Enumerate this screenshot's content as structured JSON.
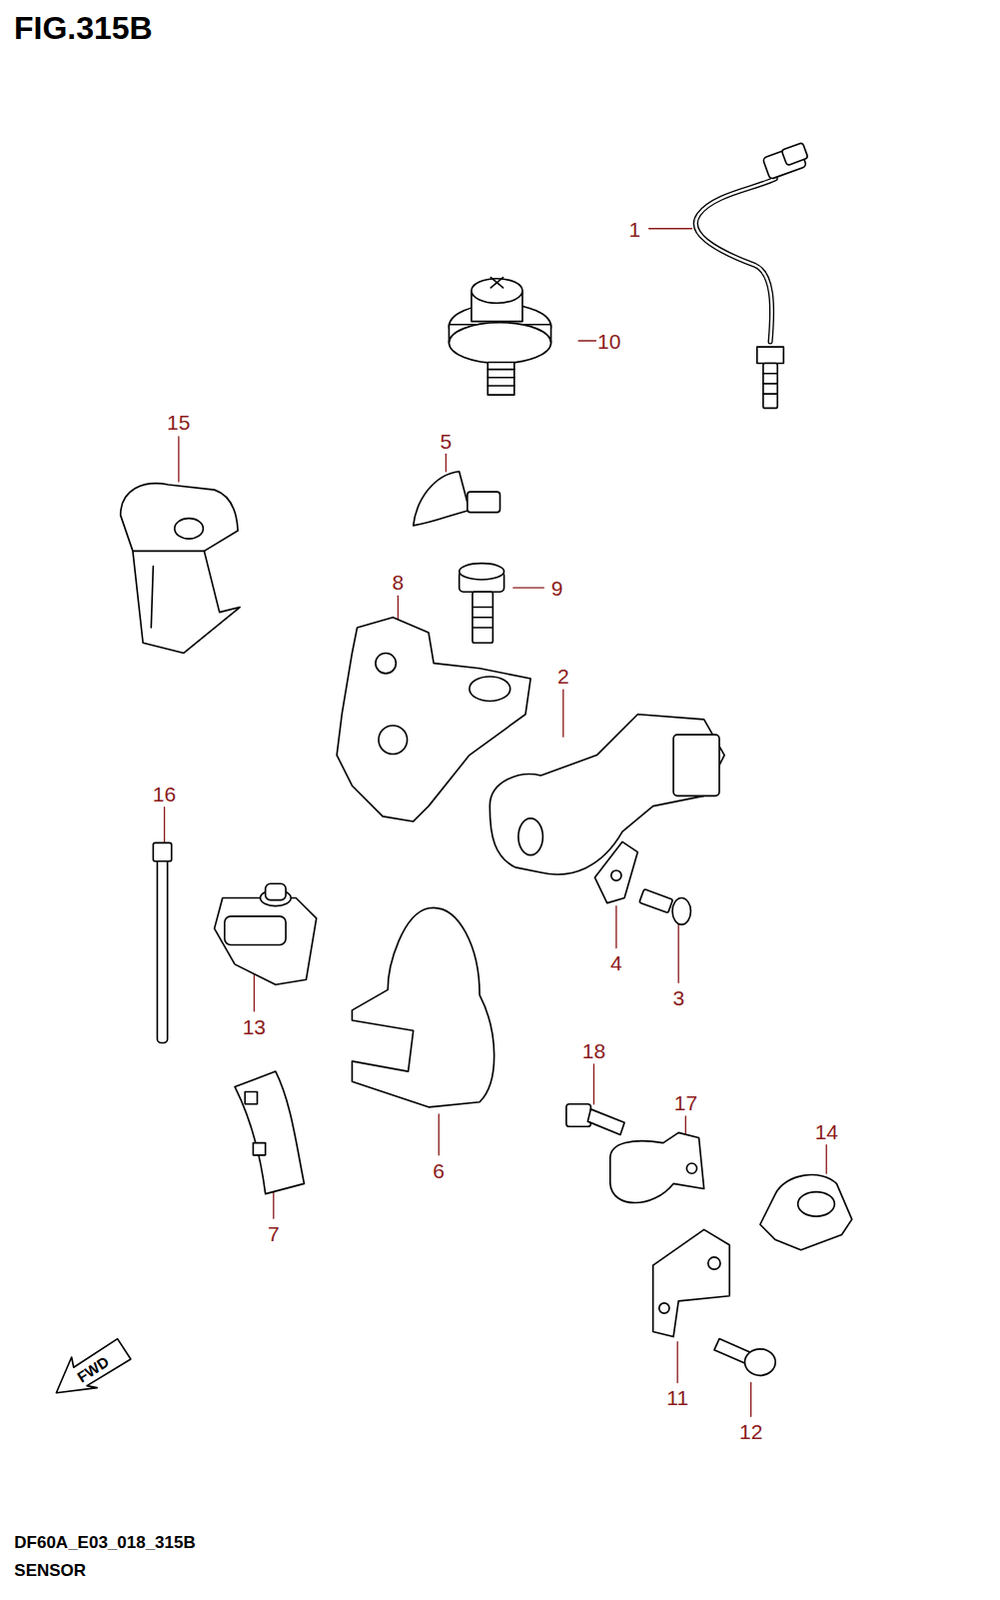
{
  "diagram": {
    "title": "FIG.315B",
    "labels": [
      "1",
      "10",
      "15",
      "5",
      "9",
      "8",
      "2",
      "16",
      "4",
      "3",
      "13",
      "18",
      "17",
      "14",
      "6",
      "7",
      "11",
      "12",
      "FWD",
      "DF60A_E03_018_315B",
      "SENSOR"
    ]
  }
}
